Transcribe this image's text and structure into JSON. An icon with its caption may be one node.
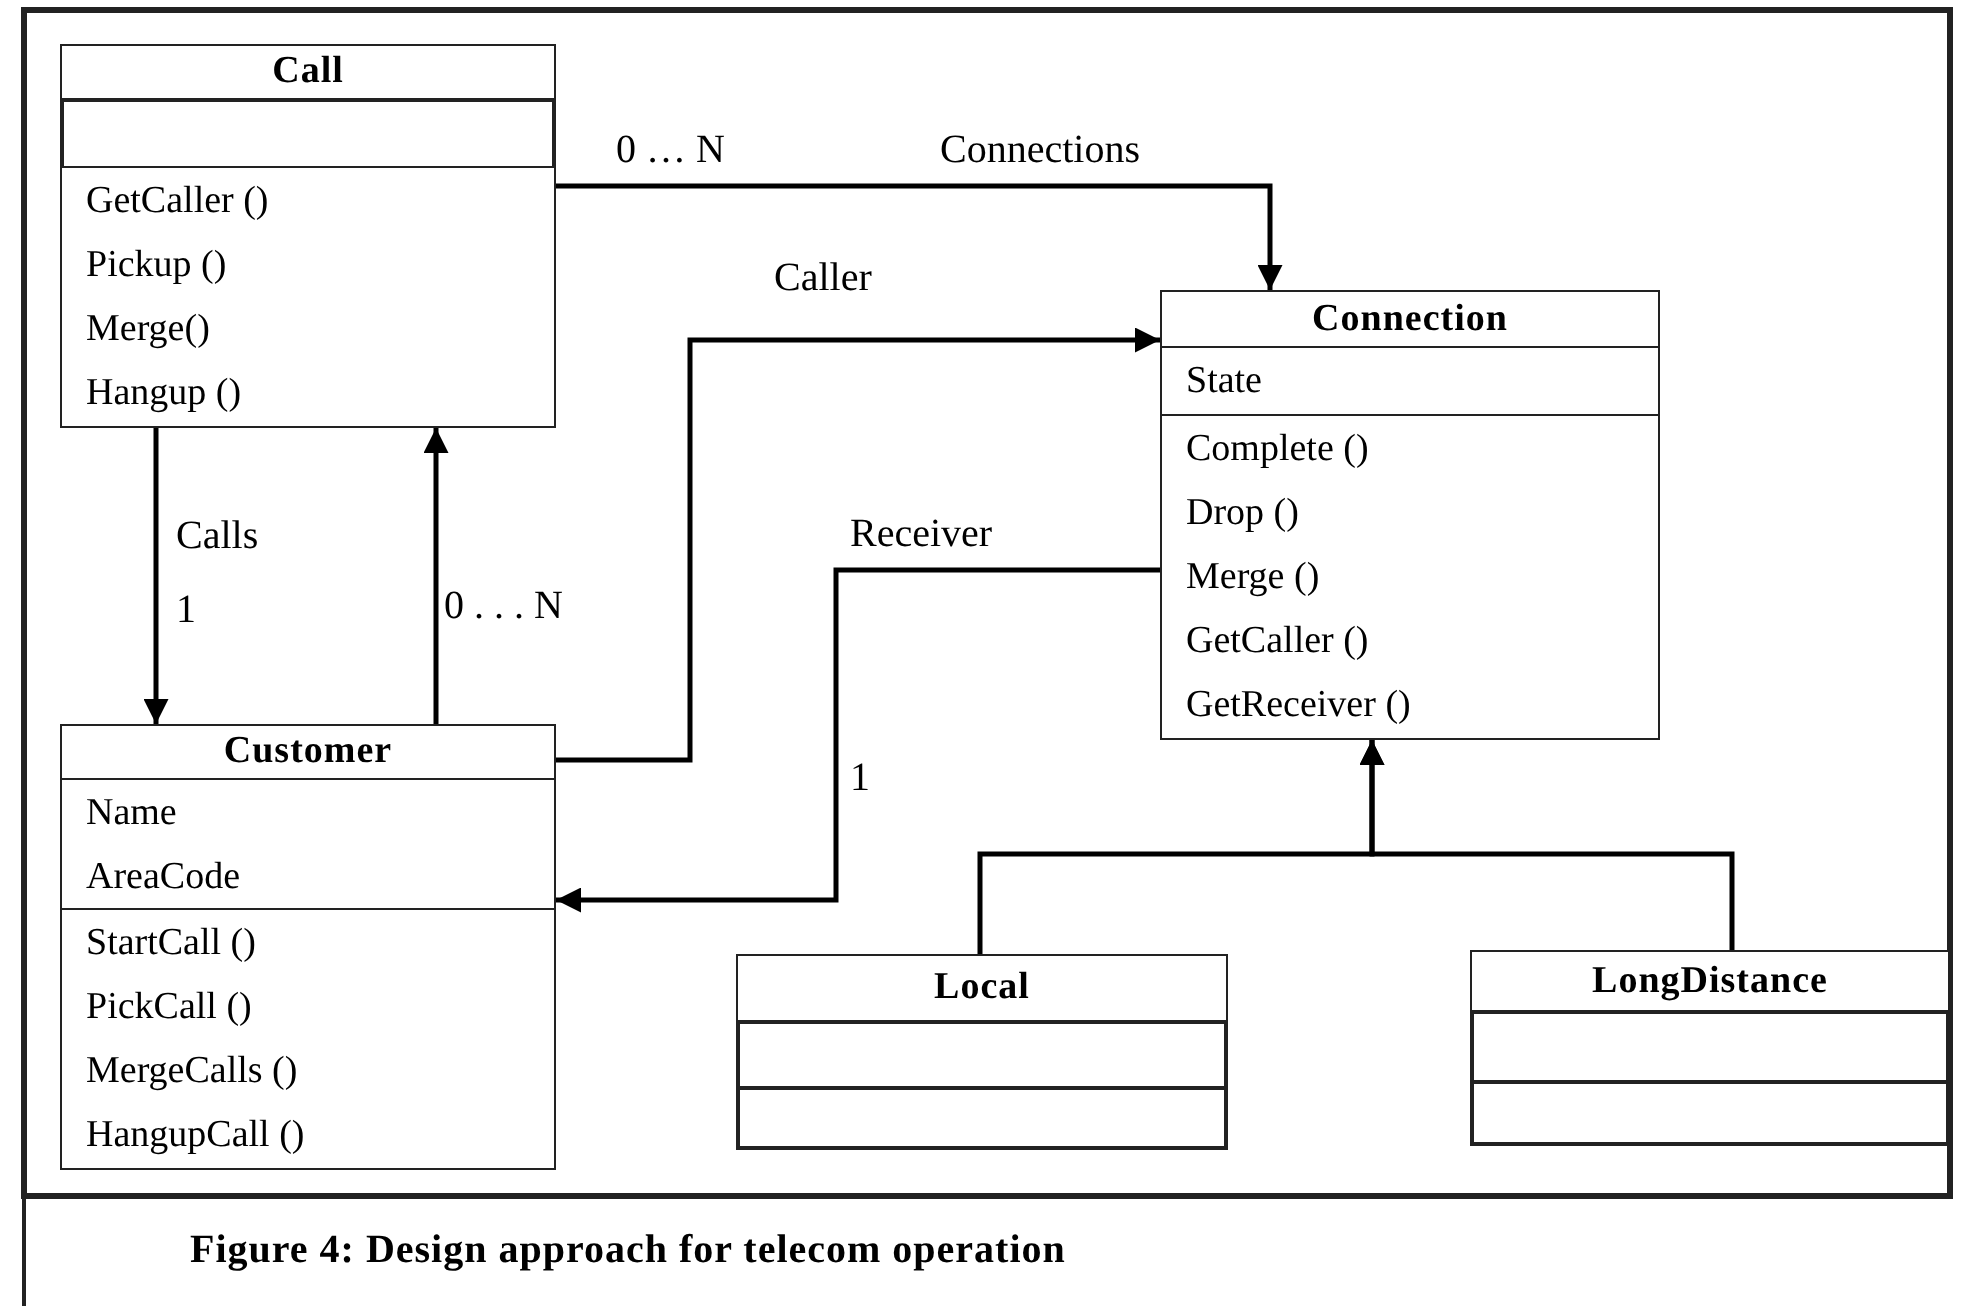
{
  "diagram": {
    "caption": "Figure 4: Design approach for telecom operation",
    "nodes": [
      {
        "text": [
          "Call"
        ]
      },
      {
        "text": [],
        "shape": "box",
        "in": 0
      },
      {
        "text": [
          "GetCaller ()",
          "Pickup ()",
          "Merge()",
          "Hangup ()"
        ],
        "in": 0
      },
      {
        "text": [
          "Connection"
        ]
      },
      {
        "text": [
          "State"
        ],
        "in": 3
      },
      {
        "text": [
          "Complete ()",
          "Drop ()",
          "Merge ()",
          "GetCaller ()",
          "GetReceiver ()"
        ],
        "in": 3
      },
      {
        "text": [
          "Customer"
        ]
      },
      {
        "text": [
          "Name",
          "AreaCode"
        ],
        "in": 6
      },
      {
        "text": [
          "StartCall ()",
          "PickCall ()",
          "MergeCalls ()",
          "HangupCall ()"
        ],
        "in": 6
      },
      {
        "text": [
          "Local"
        ]
      },
      {
        "text": [],
        "shape": "box",
        "in": 9
      },
      {
        "text": [],
        "shape": "box",
        "in": 9
      },
      {
        "text": [
          "LongDistance"
        ]
      },
      {
        "text": [],
        "shape": "box",
        "in": 12
      },
      {
        "text": [],
        "shape": "box",
        "in": 12
      }
    ],
    "edges": [
      {
        "from": 0,
        "to": 3,
        "arrow": "to",
        "label": "Connections"
      },
      {
        "from": 6,
        "to": 3,
        "arrow": "to",
        "label": "Caller"
      },
      {
        "from": 3,
        "to": 6,
        "arrow": "to",
        "label": "Receiver"
      },
      {
        "from": 0,
        "to": 6,
        "arrow": "to",
        "label": "Calls"
      },
      {
        "from": 6,
        "to": 0,
        "arrow": "to"
      },
      {
        "from": 9,
        "to": 3,
        "arrow": "to"
      },
      {
        "from": 12,
        "to": 3,
        "arrow": "to"
      }
    ],
    "labels": [
      "0 … N",
      "1",
      "0 . . . N",
      "1"
    ]
  }
}
